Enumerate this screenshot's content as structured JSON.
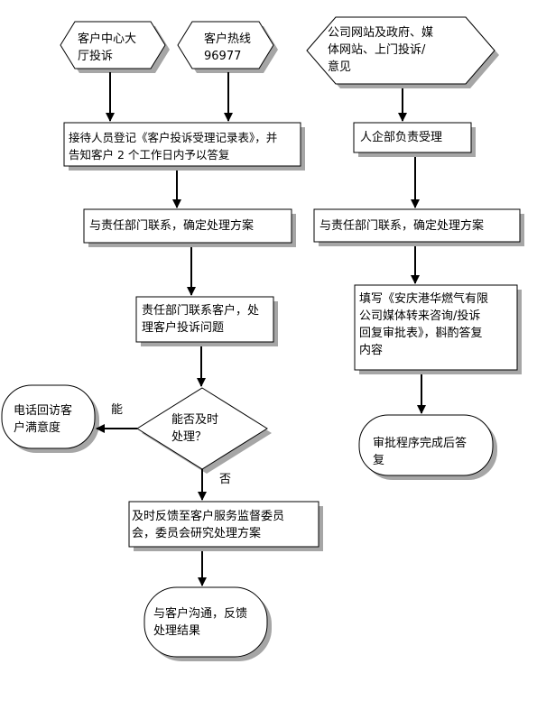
{
  "flowchart": {
    "left": {
      "src_hall": "客户中心大\n厅投诉",
      "src_hotline": "客户热线\n96977",
      "register": "接待人员登记《客户投诉受理记录表》，并\n告知客户 2 个工作日内予以答复",
      "contact_dept": "与责任部门联系，确定处理方案",
      "dept_handle": "责任部门联系客户，处\n理客户投诉问题",
      "decision": "能否及时\n处理？",
      "yes_label": "能",
      "no_label": "否",
      "callback": "电话回访客\n户满意度",
      "feedback": "及时反馈至客户服务监督委员\n会，委员会研究处理方案",
      "communicate": "与客户沟通，反馈\n处理结果"
    },
    "right": {
      "src_web": "公司网站及政府、媒\n体网站、上门投诉/\n意见",
      "hr_accept": "人企部负责受理",
      "contact_dept": "与责任部门联系，确定处理方案",
      "fill_form": "填写《安庆港华燃气有限\n公司媒体转来咨询/投诉\n回复审批表》，斟酌答复\n内容",
      "approve_reply": "审批程序完成后答\n复"
    }
  }
}
